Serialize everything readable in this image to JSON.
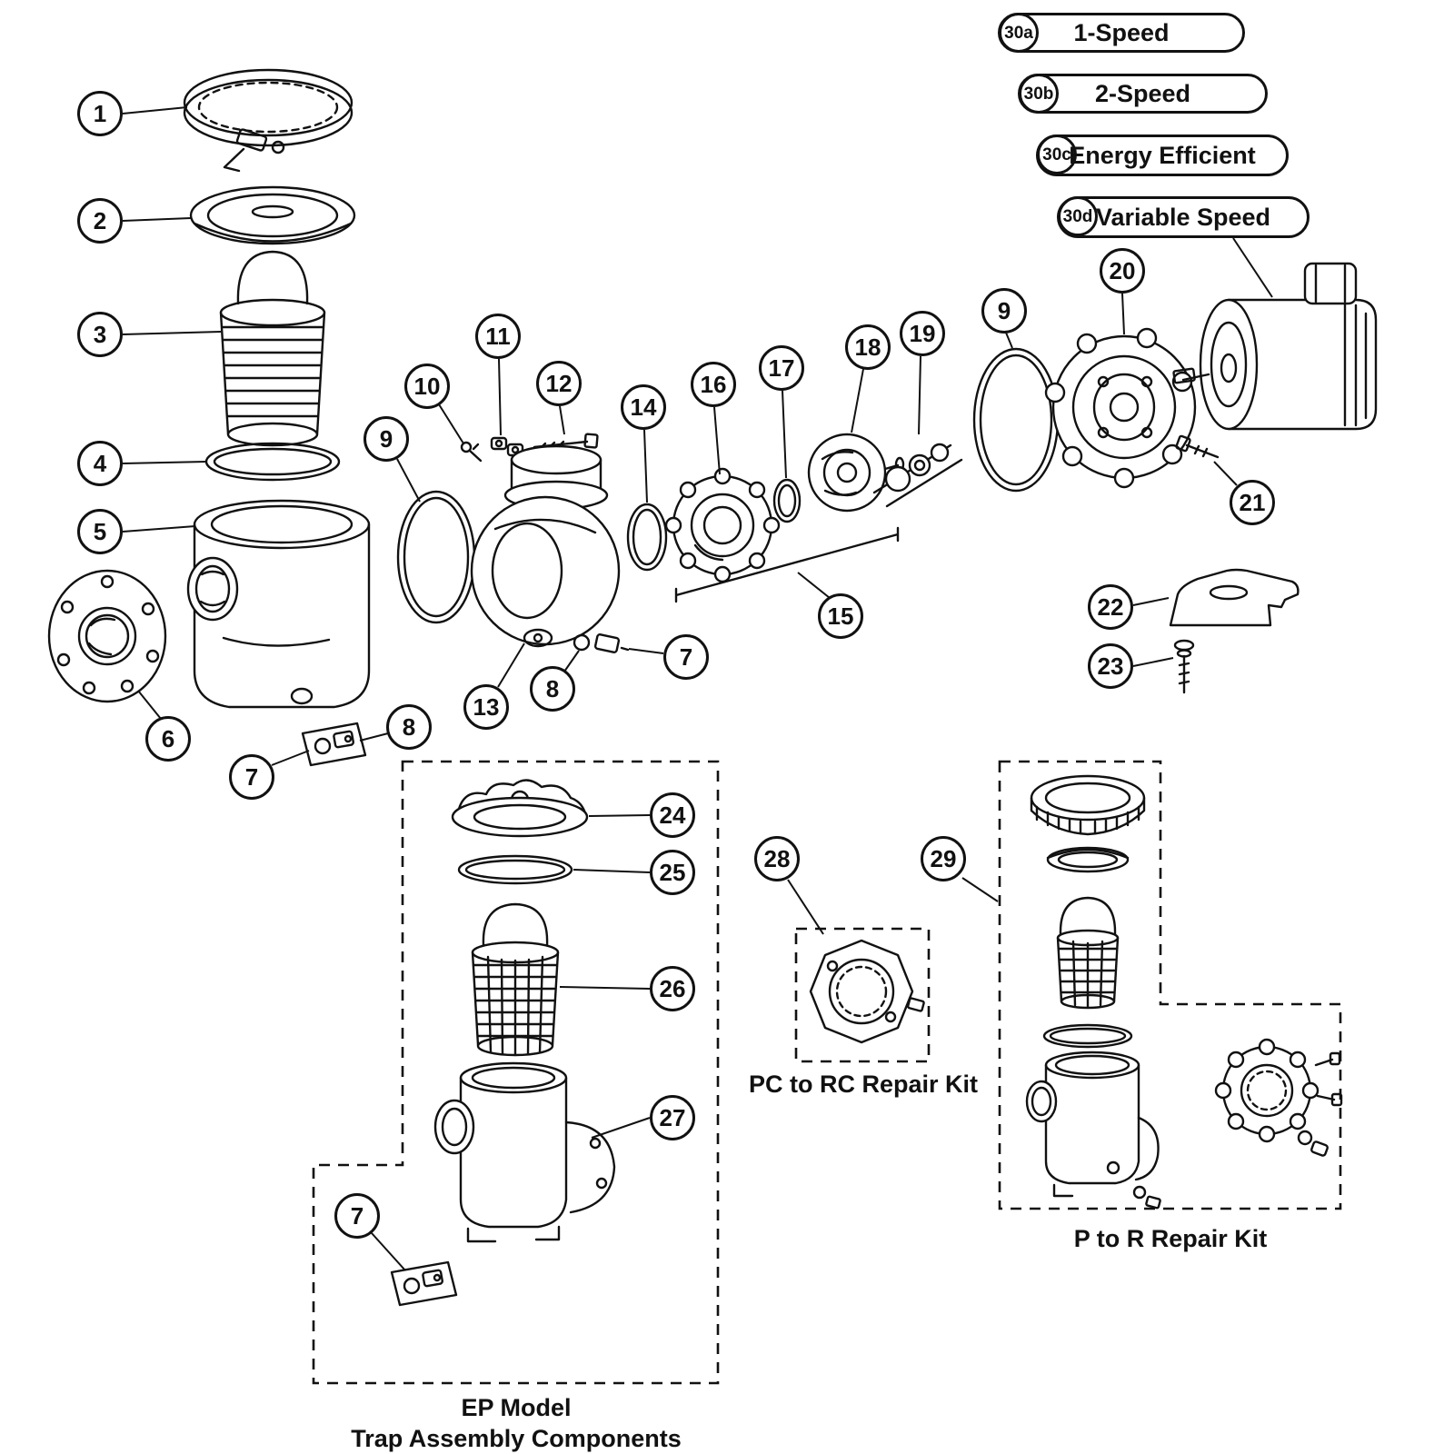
{
  "diagram": {
    "colors": {
      "ink": "#111111",
      "background": "#ffffff"
    },
    "callouts": {
      "c1": "1",
      "c2": "2",
      "c3": "3",
      "c4": "4",
      "c5": "5",
      "c6": "6",
      "c7a": "7",
      "c7b": "7",
      "c7c": "7",
      "c8a": "8",
      "c8b": "8",
      "c9a": "9",
      "c9b": "9",
      "c10": "10",
      "c11": "11",
      "c12": "12",
      "c13": "13",
      "c14": "14",
      "c15": "15",
      "c16": "16",
      "c17": "17",
      "c18": "18",
      "c19": "19",
      "c20": "20",
      "c21": "21",
      "c22": "22",
      "c23": "23",
      "c24": "24",
      "c25": "25",
      "c26": "26",
      "c27": "27",
      "c28": "28",
      "c29": "29"
    },
    "speed_options": [
      {
        "id": "30a",
        "label": "1-Speed"
      },
      {
        "id": "30b",
        "label": "2-Speed"
      },
      {
        "id": "30c",
        "label": "Energy Efficient"
      },
      {
        "id": "30d",
        "label": "Variable Speed"
      }
    ],
    "captions": {
      "pc_to_rc_kit": "PC to RC Repair Kit",
      "p_to_r_kit": "P to R Repair Kit",
      "ep_model_title": "EP Model",
      "ep_model_subtitle": "Trap Assembly Components"
    }
  }
}
